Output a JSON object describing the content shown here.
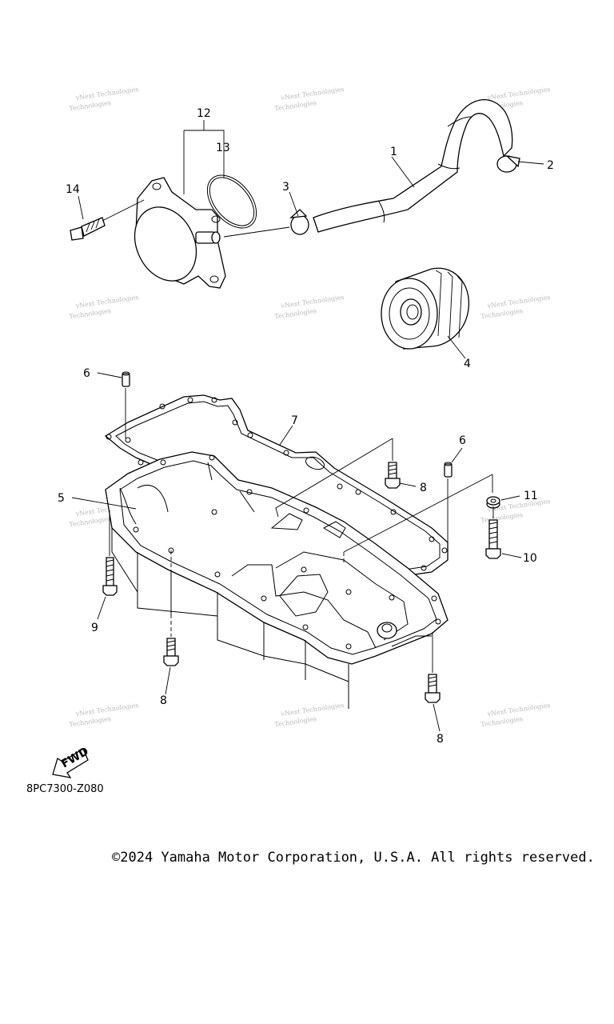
{
  "diagram": {
    "callouts": {
      "c1": "1",
      "c2": "2",
      "c3": "3",
      "c4": "4",
      "c5": "5",
      "c6a": "6",
      "c6b": "6",
      "c7": "7",
      "c8a": "8",
      "c8b": "8",
      "c8c": "8",
      "c9": "9",
      "c10": "10",
      "c11": "11",
      "c12": "12",
      "c13": "13",
      "c14": "14"
    },
    "watermark_line1": "vNext Technologies",
    "watermark_line2": "Technologies",
    "fwd_label": "FWD"
  },
  "drawing_code": "8PC7300-Z080",
  "copyright": "©2024 Yamaha Motor Corporation, U.S.A. All rights reserved.",
  "colors": {
    "line": "#000000",
    "watermark": "#b9b9b9",
    "background": "#ffffff"
  }
}
